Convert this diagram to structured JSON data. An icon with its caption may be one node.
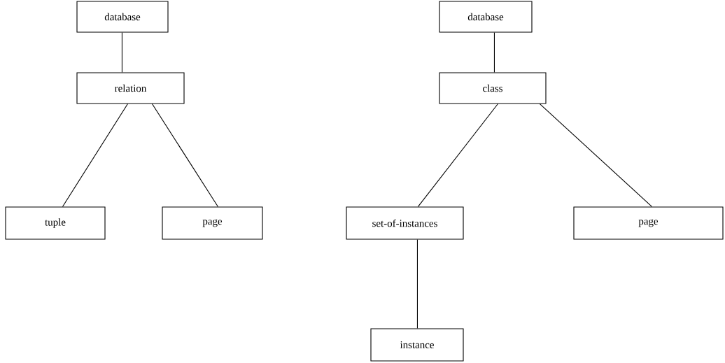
{
  "diagram": {
    "nodes": [
      {
        "text": [
          "database"
        ]
      },
      {
        "text": [
          "relation"
        ]
      },
      {
        "text": [
          "tuple"
        ]
      },
      {
        "text": [
          "page"
        ]
      },
      {
        "text": [
          "database"
        ]
      },
      {
        "text": [
          "class"
        ]
      },
      {
        "text": [
          "set-of-instances"
        ]
      },
      {
        "text": [
          "page"
        ]
      },
      {
        "text": [
          "instance"
        ]
      }
    ],
    "edges": [
      {
        "from": 0,
        "to": 1,
        "arrow": "none"
      },
      {
        "from": 1,
        "to": 2,
        "arrow": "none"
      },
      {
        "from": 1,
        "to": 3,
        "arrow": "none"
      },
      {
        "from": 4,
        "to": 5,
        "arrow": "none"
      },
      {
        "from": 5,
        "to": 6,
        "arrow": "none"
      },
      {
        "from": 5,
        "to": 7,
        "arrow": "none"
      },
      {
        "from": 6,
        "to": 8,
        "arrow": "none"
      }
    ]
  }
}
